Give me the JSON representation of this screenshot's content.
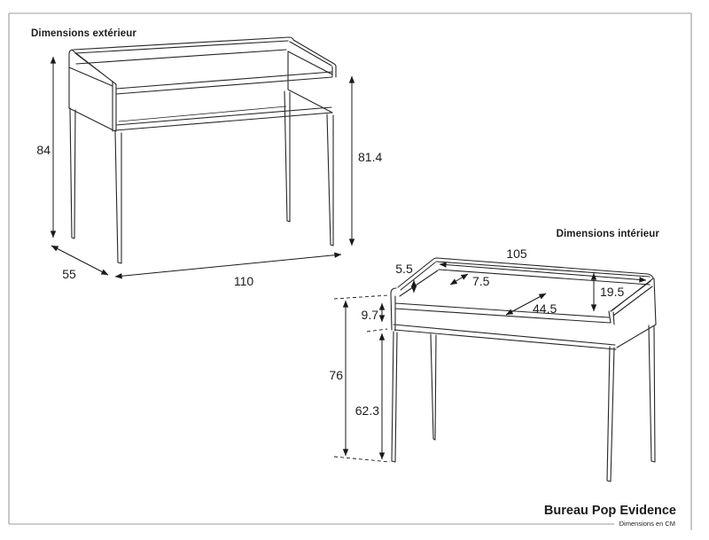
{
  "colors": {
    "ink": "#262626",
    "dim_ink": "#1a1a1a",
    "frame": "#9b9ba3"
  },
  "exterior": {
    "title": "Dimensions extérieur",
    "total_height": "84",
    "desktop_height": "81.4",
    "depth": "55",
    "width": "110"
  },
  "interior": {
    "title": "Dimensions intérieur",
    "inner_width": "105",
    "gallery_height": "5.5",
    "back_clearance": "7.5",
    "inner_depth": "19.5",
    "surface_diagonal": "44.5",
    "niche_height": "9.7",
    "underside_height": "76",
    "leg_height": "62.3"
  },
  "footer": {
    "product_name": "Bureau Pop Evidence",
    "units_note": "Dimensions en CM"
  }
}
